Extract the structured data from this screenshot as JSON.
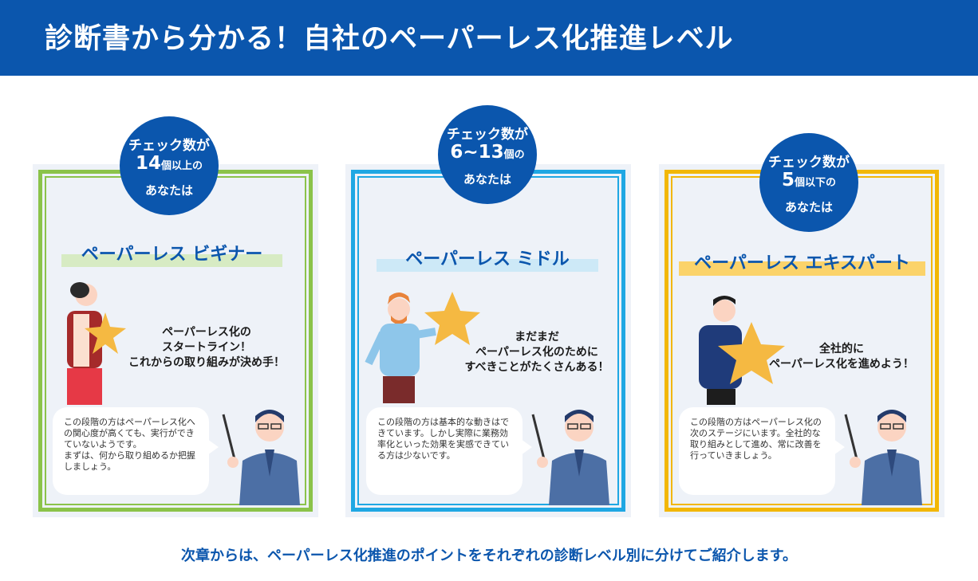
{
  "header": {
    "title": "診断書から分かる！自社のペーパーレス化推進レベル"
  },
  "cards": [
    {
      "badge": {
        "line1": "チェック数が",
        "num": "14",
        "line2_suffix": "個以上の",
        "line3": "あなたは"
      },
      "level_title": "ペーパーレス ビギナー",
      "message": [
        "ペーパーレス化の",
        "スタートライン！",
        "これからの取り組みが決め手！"
      ],
      "advice": "この段階の方はペーパーレス化への関心度が高くても、実行ができていないようです。\nまずは、何から取り組めるか把握しましょう。",
      "accent_color": "#8bc34a",
      "band_color": "#d7ebc3"
    },
    {
      "badge": {
        "line1": "チェック数が",
        "num": "6~13",
        "line2_suffix": "個の",
        "line3": "あなたは"
      },
      "level_title": "ペーパーレス ミドル",
      "message": [
        "まだまだ",
        "ペーパーレス化のために",
        "すべきことがたくさんある！"
      ],
      "advice": "この段階の方は基本的な動きはできています。しかし実際に業務効率化といった効果を実感できている方は少ないです。",
      "accent_color": "#1fa7e3",
      "band_color": "#cde9f7"
    },
    {
      "badge": {
        "line1": "チェック数が",
        "num": "5",
        "line2_suffix": "個以下の",
        "line3": "あなたは"
      },
      "level_title": "ペーパーレス エキスパート",
      "message": [
        "全社的に",
        "ペーパーレス化を進めよう！"
      ],
      "advice": "この段階の方はペーパーレス化の次のステージにいます。全社的な取り組みとして進め、常に改善を行っていきましょう。",
      "accent_color": "#f2b705",
      "band_color": "#fbd36a"
    }
  ],
  "footer": {
    "text": "次章からは、ペーパーレス化推進のポイントをそれぞれの診断レベル別に分けてご紹介します。"
  },
  "colors": {
    "brand_blue": "#0b56ad",
    "star": "#f5b942"
  },
  "icons": [
    "star-icon",
    "woman-holding-star-illustration",
    "man-pointing-star-illustration",
    "man-holding-star-illustration",
    "advisor-with-pointer-illustration"
  ]
}
